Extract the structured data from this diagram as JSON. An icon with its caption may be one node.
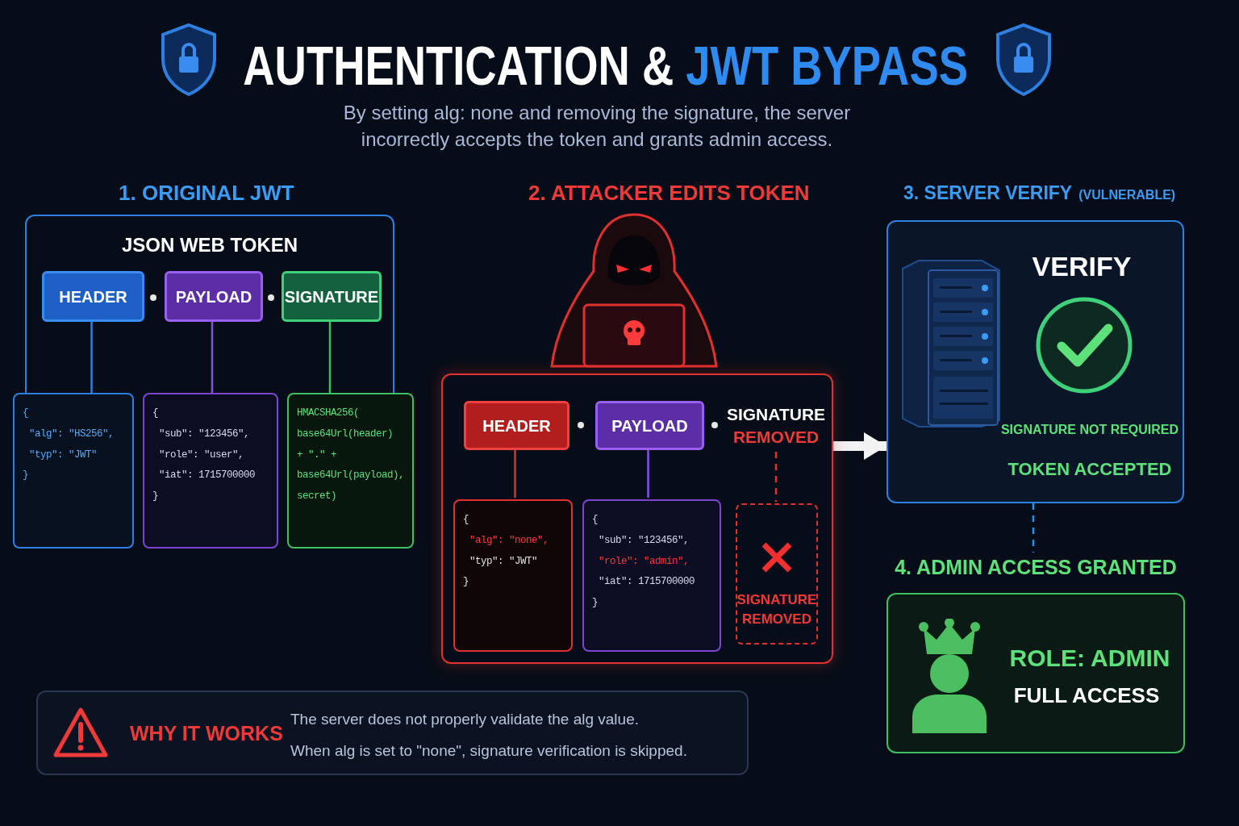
{
  "diagram": {
    "title": "AUTHENTICATION & **JWT BYPASS**",
    "caption": "By setting alg: none and removing the signature, the server incorrectly accepts the token and grants admin access.",
    "nodes": [
      {
        "text": [
          "JSON WEB TOKEN"
        ]
      },
      {
        "text": [
          "HEADER"
        ],
        "in": 0
      },
      {
        "text": [
          "PAYLOAD"
        ],
        "in": 0
      },
      {
        "text": [
          "SIGNATURE"
        ],
        "in": 0
      },
      {
        "text": [
          "{",
          "\"alg\": \"HS256\",",
          "\"typ\": \"JWT\"",
          "}"
        ]
      },
      {
        "text": [
          "{",
          "\"sub\": \"123456\",",
          "\"role\": \"user\",",
          "\"iat\": 1715700000",
          "}"
        ]
      },
      {
        "text": [
          "HMACSHA256(",
          "base64Url(header)",
          "+ \".\" +",
          "base64Url(payload),",
          "secret)"
        ]
      },
      {
        "text": [],
        "shape": "box"
      },
      {
        "text": [
          "HEADER"
        ],
        "in": 7
      },
      {
        "text": [
          "PAYLOAD"
        ],
        "in": 7
      },
      {
        "text": [
          "SIGNATURE",
          "REMOVED"
        ],
        "in": 7
      },
      {
        "text": [
          "{",
          "\"alg\": \"none\",",
          "\"typ\": \"JWT\"",
          "}"
        ],
        "in": 7
      },
      {
        "text": [
          "{",
          "\"sub\": \"123456\",",
          "\"role\": \"admin\",",
          "\"iat\": 1715700000",
          "}"
        ],
        "in": 7
      },
      {
        "text": [
          "SIGNATURE REMOVED"
        ],
        "in": 7
      },
      {
        "text": [
          "VERIFY",
          "SIGNATURE NOT REQUIRED",
          "TOKEN ACCEPTED"
        ]
      },
      {
        "text": [
          "4. ADMIN ACCESS GRANTED",
          "ROLE: ADMIN",
          "FULL ACCESS"
        ]
      },
      {
        "text": [
          "WHY IT WORKS",
          "The server does not properly validate the alg value.",
          "When alg is set to \"none\", signature verification is skipped."
        ]
      }
    ],
    "edges": [
      {
        "from": 1,
        "to": 4,
        "arrow": "none",
        "color": "#2f7fe0"
      },
      {
        "from": 2,
        "to": 5,
        "arrow": "none",
        "color": "#8a4fe0"
      },
      {
        "from": 3,
        "to": 6,
        "arrow": "none",
        "color": "#3fbf5f"
      },
      {
        "from": 8,
        "to": 11,
        "arrow": "none",
        "color": "#e03030"
      },
      {
        "from": 9,
        "to": 12,
        "arrow": "none",
        "color": "#8a4fe0"
      },
      {
        "from": 10,
        "to": 13,
        "arrow": "none",
        "style": "dashed",
        "color": "#e03030"
      },
      {
        "from": 7,
        "to": 14,
        "arrow": "to",
        "style": "thick",
        "color": "#f2f2f2"
      },
      {
        "from": 14,
        "to": 15,
        "arrow": "none",
        "style": "dashed",
        "color": "#2f8fe0"
      }
    ],
    "labels": [
      "1. ORIGINAL JWT",
      "2. ATTACKER EDITS TOKEN",
      "3. SERVER VERIFY",
      "(VULNERABLE)"
    ]
  }
}
